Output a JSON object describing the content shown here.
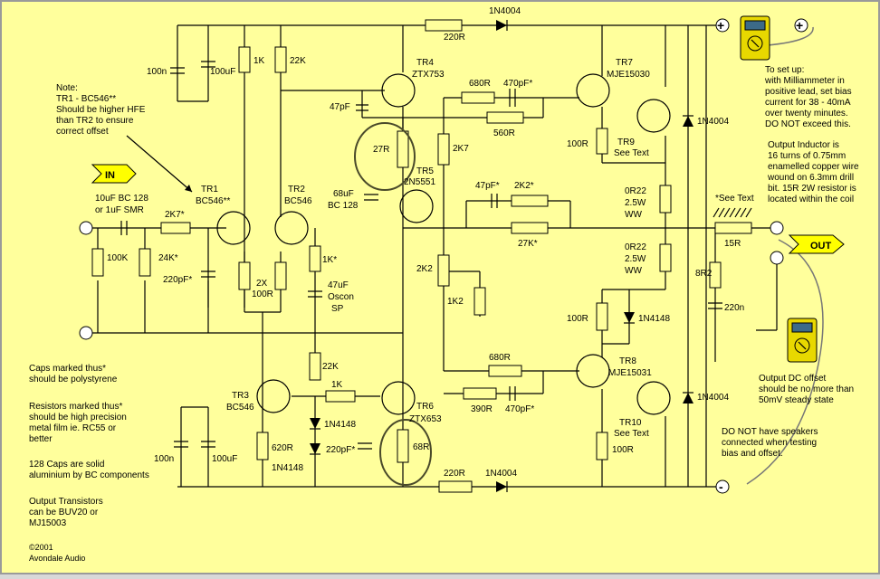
{
  "colors": {
    "sheet": "#ffff9c",
    "frame": "#9a9a9a",
    "wire": "#000000",
    "note_circle": "#6b6b3a",
    "terminal_fill": "#ffff00",
    "meter": "#e8d800",
    "meter_face": "#3c6a88"
  },
  "notes": {
    "tr_note": [
      "Note:",
      "TR1 - BC546**",
      "Should be higher HFE",
      "than TR2 to ensure",
      "correct offset"
    ],
    "caps_note": [
      "Caps marked thus*",
      "should be polystyrene"
    ],
    "res_note": [
      "Resistors marked thus*",
      "should be high precision",
      "metal film ie. RC55 or",
      "better"
    ],
    "bc_note": [
      "128 Caps are solid",
      "aluminium by BC components"
    ],
    "out_note": [
      "Output Transistors",
      "can be BUV20 or",
      "MJ15003"
    ],
    "copyright": [
      "©2001",
      "Avondale Audio"
    ],
    "setup_note": [
      "To set up:",
      "with Milliammeter in",
      "positive lead, set bias",
      "current for 38 - 40mA",
      "over twenty minutes.",
      "DO NOT exceed this."
    ],
    "inductor_note": [
      "Output Inductor is",
      "16 turns of 0.75mm",
      "enamelled copper wire",
      "wound on 6.3mm drill",
      "bit. 15R 2W resistor is",
      "located within the coil"
    ],
    "offset_note": [
      "Output DC offset",
      "should be no more than",
      "50mV steady state"
    ],
    "speaker_note": [
      "DO NOT have speakers",
      "connected when testing",
      "bias and offset."
    ]
  },
  "terminals": {
    "in": "IN",
    "out": "OUT",
    "plus": "+",
    "minus": "-"
  },
  "labels": {
    "c_100n_top": "100n",
    "c_100uf_top": "100uF",
    "r_1k_top": "1K",
    "r_22k_top": "22K",
    "tr4": [
      "TR4",
      "ZTX753"
    ],
    "c_47pf_tr4": "47pF",
    "r_220r_top": "220R",
    "d_1n4004_top": "1N4004",
    "r_680r_top": "680R",
    "c_470pf_top": "470pF*",
    "r_560r": "560R",
    "tr7": [
      "TR7",
      "MJE15030"
    ],
    "r_27r": "27R",
    "r_2k7": "2K7",
    "tr5": [
      "TR5",
      "2N5551"
    ],
    "c_68uf": [
      "68uF",
      "BC 128"
    ],
    "r_100r_tr9": "100R",
    "tr9": [
      "TR9",
      "See Text"
    ],
    "d_1n4004_right_top": "1N4004",
    "c_47pf_fb": "47pF*",
    "r_2k2": "2K2*",
    "r_27k": "27K*",
    "r_0r22_top": [
      "0R22",
      "2.5W",
      "WW"
    ],
    "r_0r22_bot": [
      "0R22",
      "2.5W",
      "WW"
    ],
    "see_text": "*See Text",
    "r_15r": "15R",
    "r_8r2": "8R2",
    "c_220n": "220n",
    "c_input": [
      "10uF BC 128",
      "or 1uF SMR"
    ],
    "r_2k7_in": "2K7*",
    "r_100k": "100K",
    "r_24k": "24K*",
    "tr1": [
      "TR1",
      "BC546**"
    ],
    "tr2": [
      "TR2",
      "BC546"
    ],
    "c_220pf_in": "220pF*",
    "r_2x100r": [
      "2X",
      "100R"
    ],
    "r_1k_star": "1K*",
    "c_47uf": [
      "47uF",
      "Oscon",
      "SP"
    ],
    "vr_2k2": "2K2",
    "r_1k2": "1K2",
    "r_100r_d": "100R",
    "d_1n4148_r": "1N4148",
    "r_680r_bot": "680R",
    "tr8": [
      "TR8",
      "MJE15031"
    ],
    "r_390r": "390R",
    "c_470pf_bot": "470pF*",
    "r_22k_mid": "22K",
    "r_1k_mid": "1K",
    "tr3": [
      "TR3",
      "BC546"
    ],
    "d_1n4148_a": "1N4148",
    "d_1n4148_b": "1N4148",
    "c_220pf_mid": "220pF*",
    "r_620r": "620R",
    "tr6": [
      "TR6",
      "ZTX653"
    ],
    "r_68r": "68R",
    "tr10": [
      "TR10",
      "See Text"
    ],
    "r_100r_tr10": "100R",
    "d_1n4004_right_bot": "1N4004",
    "c_100n_bot": "100n",
    "c_100uf_bot": "100uF",
    "r_220r_bot": "220R",
    "d_1n4004_bot": "1N4004"
  }
}
